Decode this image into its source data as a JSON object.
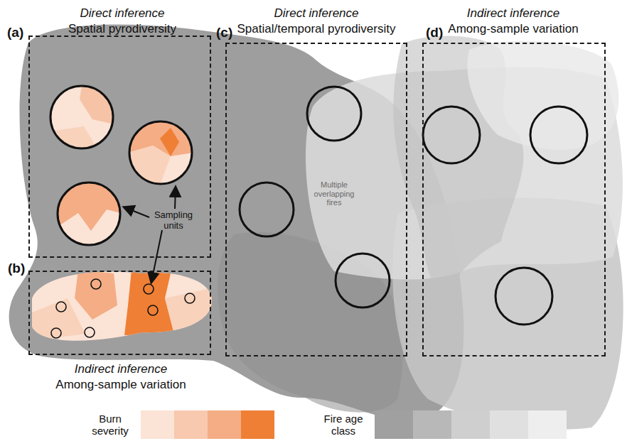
{
  "diagram": {
    "nodes": [
      {
        "text": [
          "(a)",
          "Direct inference",
          "Spatial pyrodiversity"
        ]
      },
      {
        "text": [
          "(b)",
          "Indirect inference",
          "Among-sample variation"
        ]
      },
      {
        "text": [
          "(c)",
          "Direct inference",
          "Spatial/temporal pyrodiversity"
        ]
      },
      {
        "text": [
          "(d)",
          "Indirect inference",
          "Among-sample variation"
        ]
      }
    ],
    "labels": [
      "Sampling units",
      "Multiple overlapping fires"
    ],
    "legend": [
      {
        "text": "Burn severity"
      },
      {
        "text": "Fire age class"
      }
    ]
  }
}
